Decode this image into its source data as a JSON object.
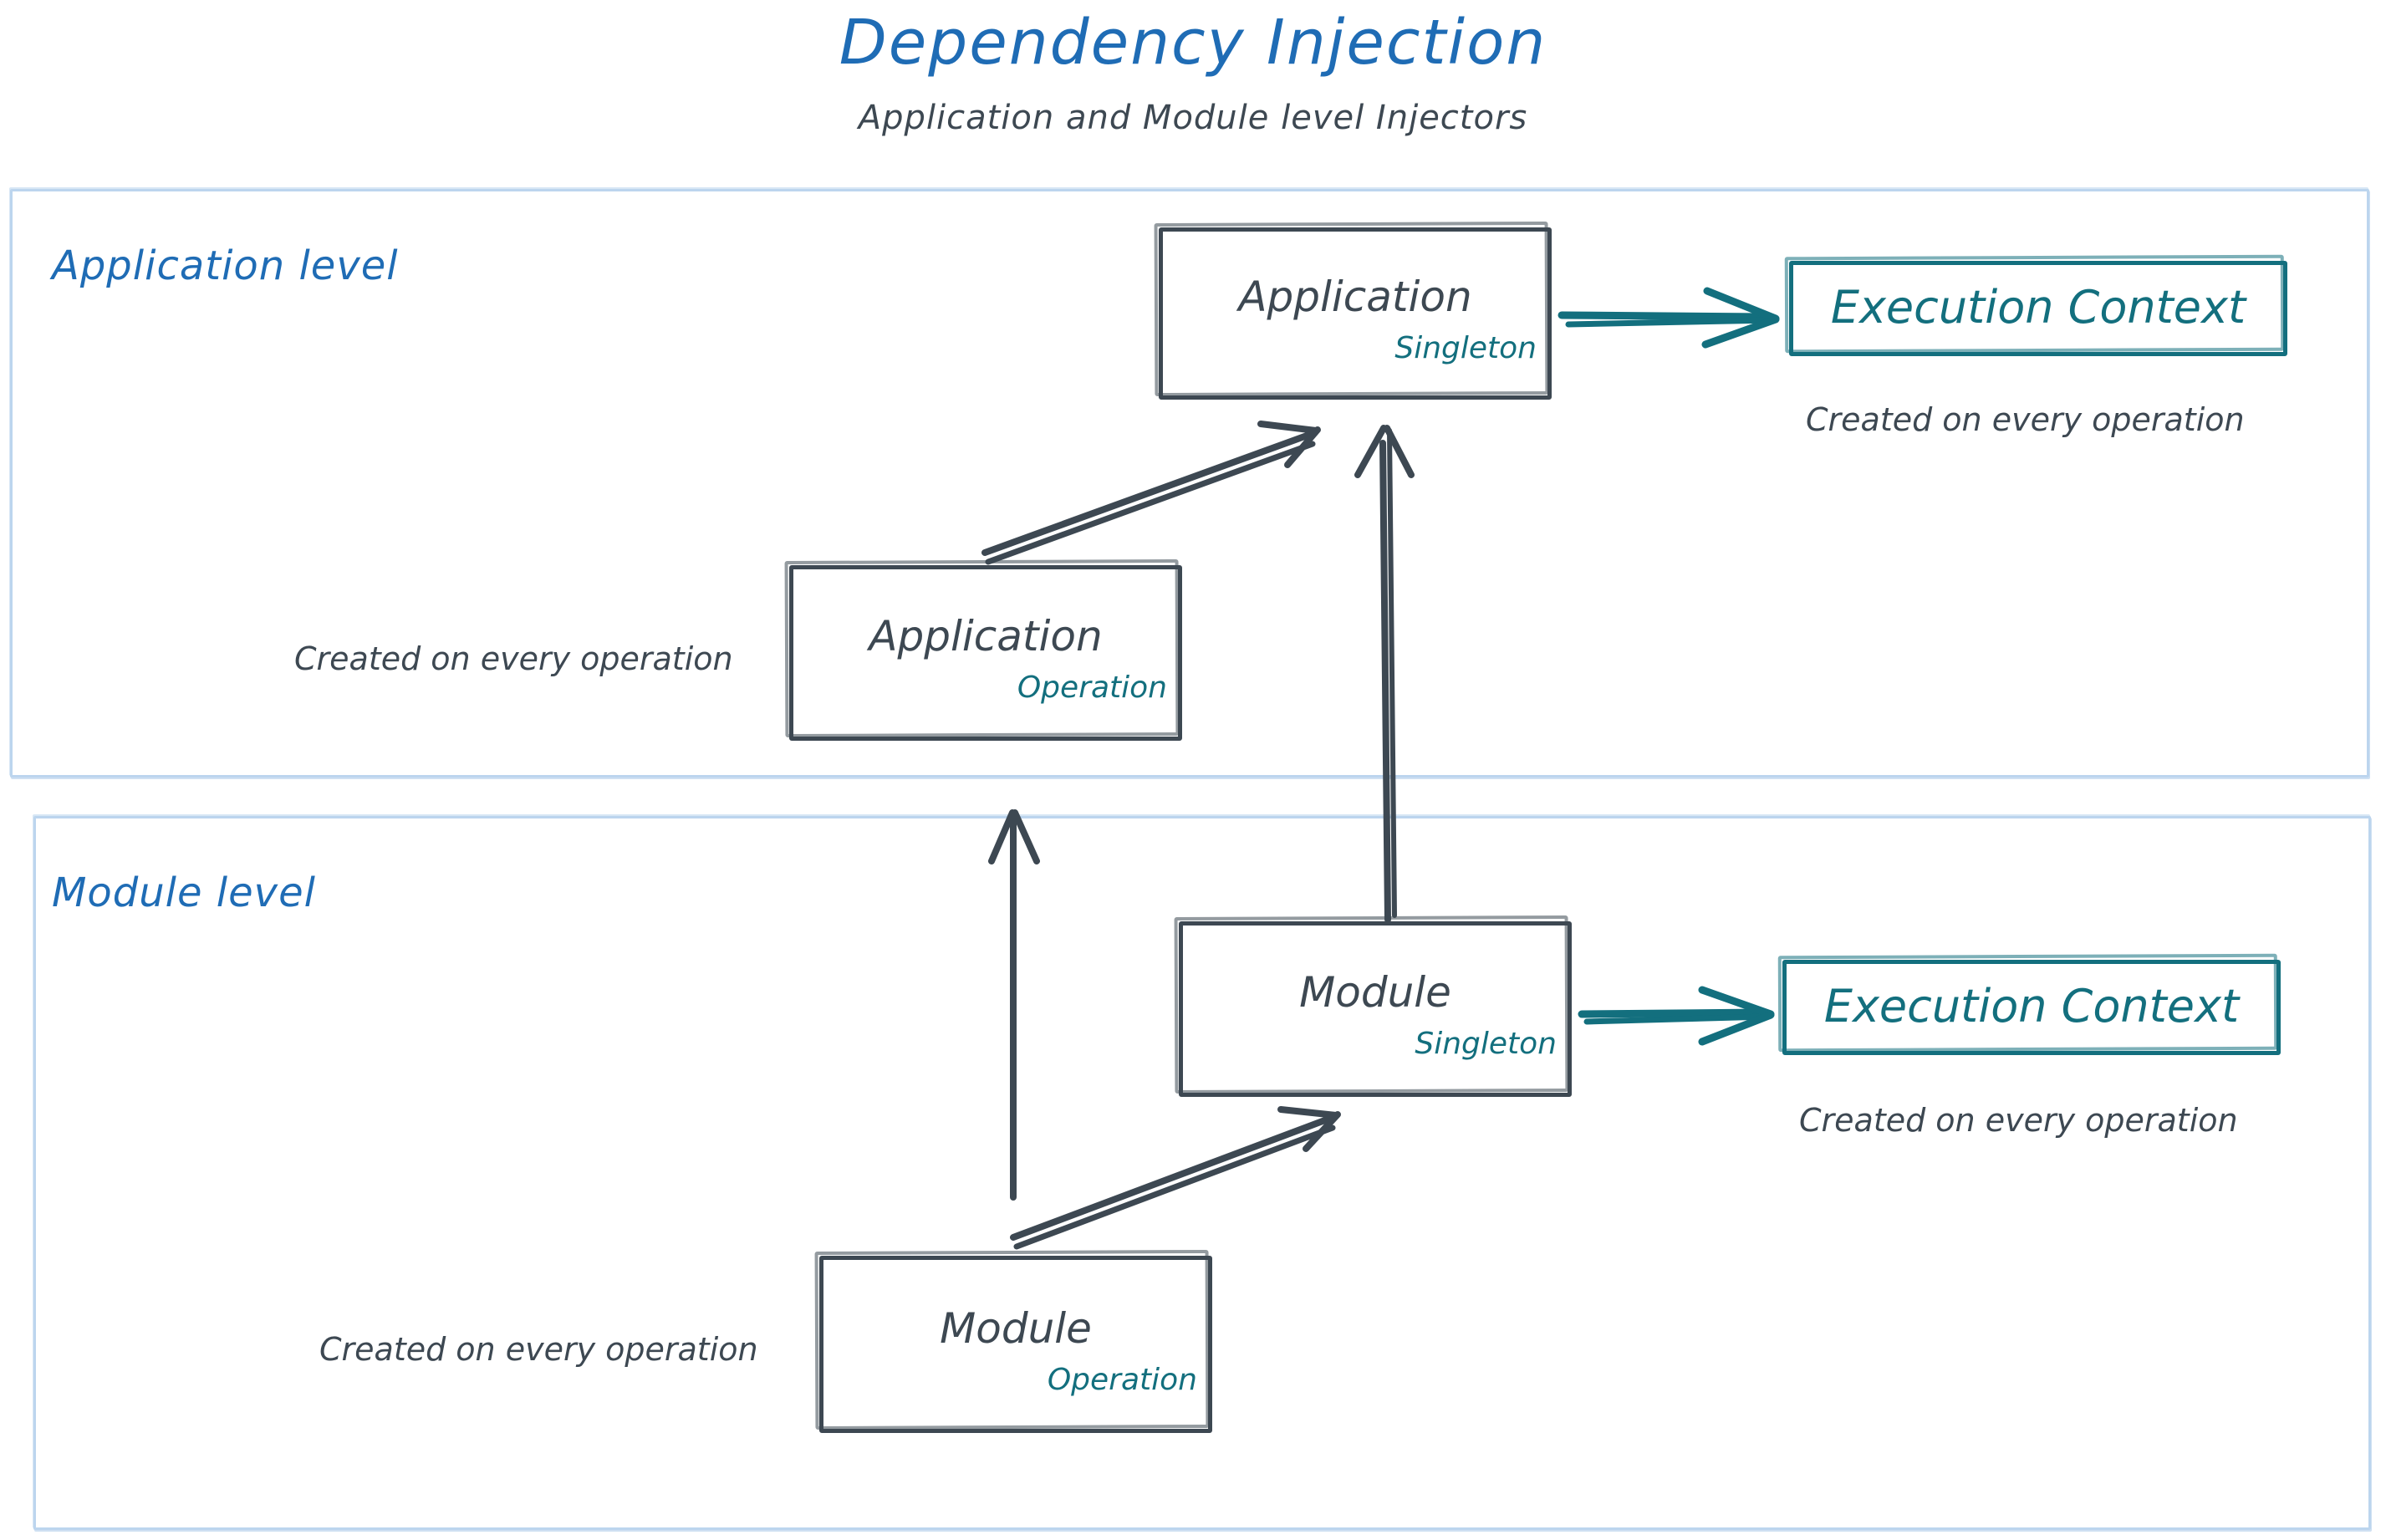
{
  "header": {
    "title": "Dependency Injection",
    "subtitle": "Application and Module level Injectors"
  },
  "colors": {
    "title_blue": "#1f6cb5",
    "container_border": "#bcd5ee",
    "node_dark": "#3d4852",
    "scope_teal": "#136f7e",
    "background": "#ffffff"
  },
  "levels": [
    {
      "id": "application",
      "label": "Application level"
    },
    {
      "id": "module",
      "label": "Module level"
    }
  ],
  "nodes": {
    "app_singleton": {
      "title": "Application",
      "scope": "Singleton"
    },
    "app_operation": {
      "title": "Application",
      "scope": "Operation"
    },
    "mod_singleton": {
      "title": "Module",
      "scope": "Singleton"
    },
    "mod_operation": {
      "title": "Module",
      "scope": "Operation"
    },
    "context_app": {
      "title": "Execution Context"
    },
    "context_module": {
      "title": "Execution Context"
    }
  },
  "captions": {
    "context_app_note": "Created on every operation",
    "context_mod_note": "Created on every operation",
    "app_operation_note": "Created on every operation",
    "mod_operation_note": "Created on every operation"
  },
  "edges": [
    {
      "from": "app_singleton",
      "to": "context_app",
      "color": "#136f7e",
      "style": "arrow"
    },
    {
      "from": "mod_singleton",
      "to": "context_module",
      "color": "#136f7e",
      "style": "arrow"
    },
    {
      "from": "app_operation",
      "to": "app_singleton",
      "color": "#3d4852",
      "style": "arrow"
    },
    {
      "from": "mod_singleton",
      "to": "app_singleton",
      "color": "#3d4852",
      "style": "arrow"
    },
    {
      "from": "mod_operation",
      "to": "mod_singleton",
      "color": "#3d4852",
      "style": "arrow"
    },
    {
      "from": "mod_operation",
      "to": "app_operation",
      "color": "#3d4852",
      "style": "arrow"
    }
  ]
}
